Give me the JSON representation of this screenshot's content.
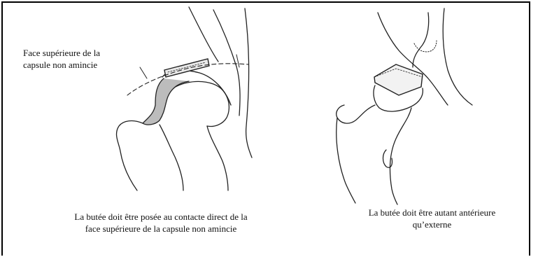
{
  "annotation": {
    "line1": "Face supérieure  de la",
    "line2": "capsule non amincie"
  },
  "captions": {
    "left_line1": "La butée doit  être  posée au contacte   direct de la",
    "left_line2": "face  supérieure de la capsule  non  amincie",
    "right_line1": "La butée doit  être  autant antérieure",
    "right_line2": "qu’externe"
  }
}
